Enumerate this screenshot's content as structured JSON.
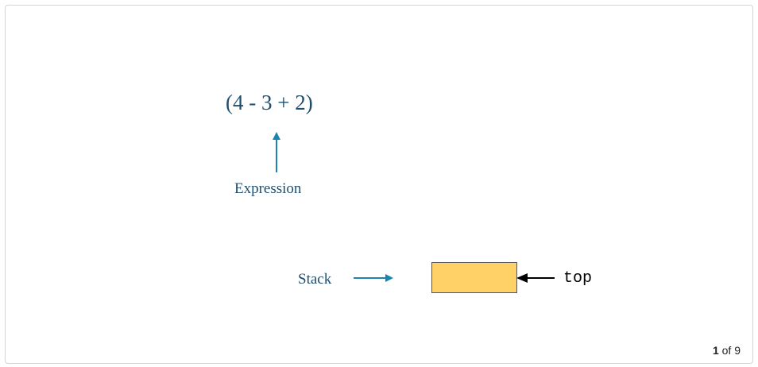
{
  "diagram": {
    "expression": "(4 - 3 + 2)",
    "expression_label": "Expression",
    "stack_label": "Stack",
    "stack_items": [],
    "top_label": "top",
    "colors": {
      "text": "#1f4e6e",
      "arrow": "#1a86b0",
      "stack_fill": "#ffd166",
      "stack_border": "#555555",
      "top_arrow": "#000000"
    }
  },
  "pager": {
    "current": "1",
    "separator": "of",
    "total": "9"
  }
}
